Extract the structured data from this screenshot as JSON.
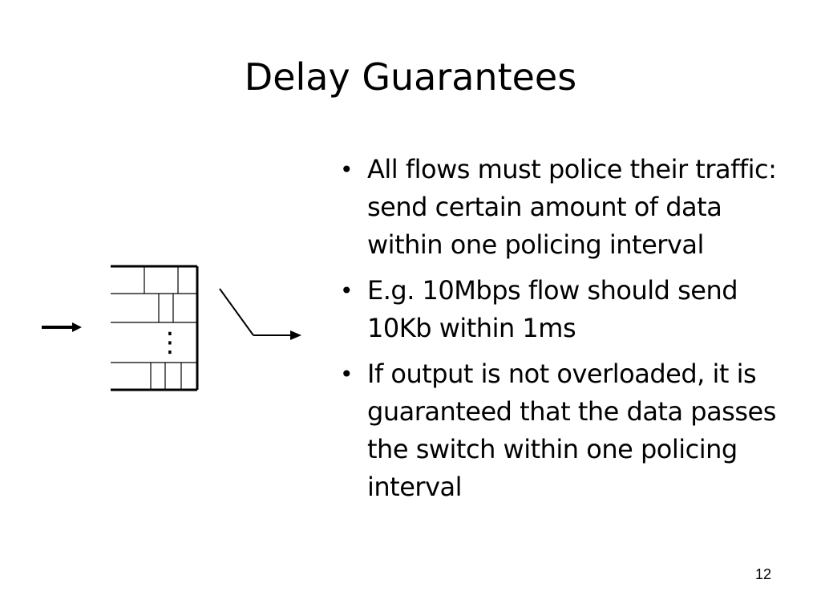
{
  "slide": {
    "title": "Delay Guarantees",
    "page_number": "12"
  },
  "bullets": [
    {
      "text": "All flows must police their traffic: send certain amount of data within one policing interval"
    },
    {
      "text": "E.g. 10Mbps flow should send 10Kb within 1ms"
    },
    {
      "text": "If output is not overloaded, it is guaranteed that the data passes the switch within one policing interval"
    }
  ],
  "diagram": {
    "ellipsis_symbol": "⋮"
  },
  "style": {
    "text_color": "#000000",
    "background_color": "#ffffff"
  }
}
